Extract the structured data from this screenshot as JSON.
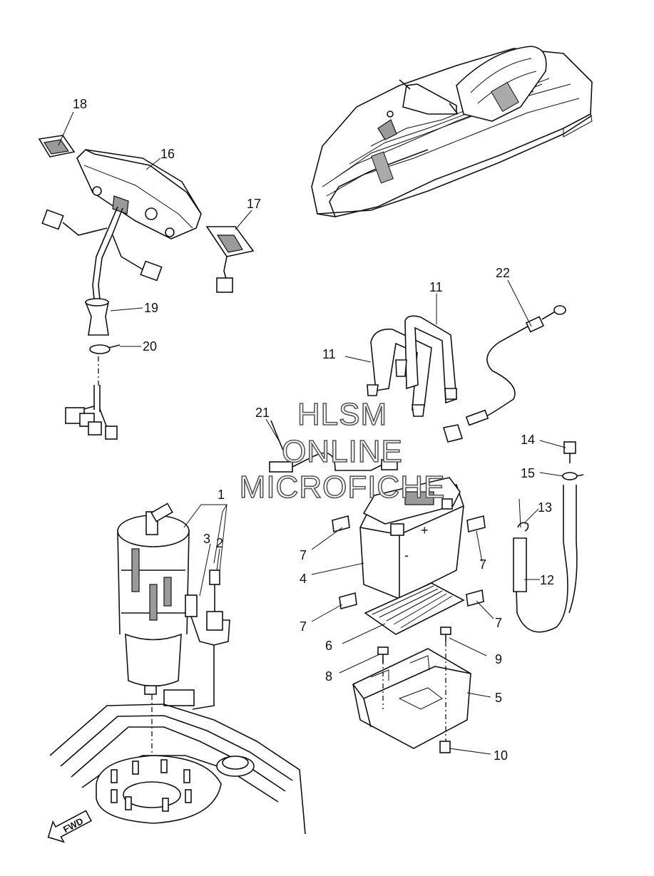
{
  "watermark": {
    "line1": "HLSM",
    "line2": "ONLINE",
    "line3": "MICROFICHE"
  },
  "direction_marker": "FWD",
  "callouts": {
    "c1": "1",
    "c2": "2",
    "c3": "3",
    "c4": "4",
    "c5": "5",
    "c6": "6",
    "c7a": "7",
    "c7b": "7",
    "c7c": "7",
    "c7d": "7",
    "c8": "8",
    "c9": "9",
    "c10": "10",
    "c11a": "11",
    "c11b": "11",
    "c12": "12",
    "c13": "13",
    "c14": "14",
    "c15": "15",
    "c16": "16",
    "c17": "17",
    "c18": "18",
    "c19": "19",
    "c20": "20",
    "c21": "21",
    "c22": "22"
  },
  "battery_terminal_marks": {
    "plus": "+",
    "minus": "-"
  }
}
